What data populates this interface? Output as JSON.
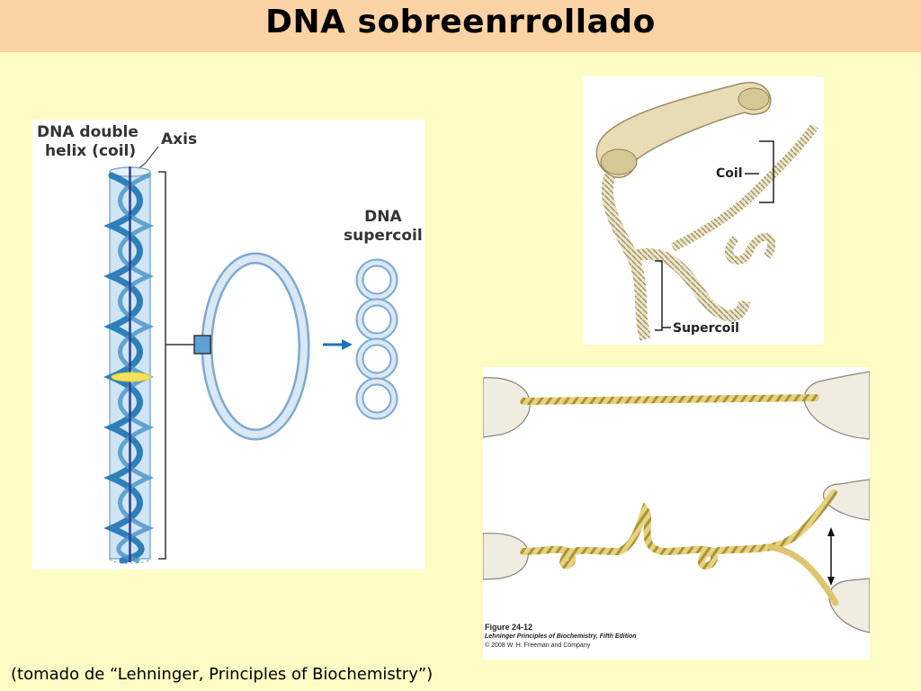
{
  "title": "DNA sobreenrrollado",
  "caption": "(tomado de “Lehninger, Principles of Biochemistry”)",
  "helix_panel": {
    "label_helix_line1": "DNA double",
    "label_helix_line2": "helix (coil)",
    "label_axis": "Axis",
    "label_supercoil_line1": "DNA",
    "label_supercoil_line2": "supercoil"
  },
  "phone_panel": {
    "label_coil": "Coil",
    "label_supercoil": "Supercoil"
  },
  "rope_panel": {
    "figure_number": "Figure 24-12",
    "figure_book": "Lehninger Principles of Biochemistry, Fifth Edition",
    "figure_copyright": "© 2008 W. H. Freeman and Company"
  },
  "colors": {
    "background": "#fffbc4",
    "title_bar": "#fcd3a4",
    "helix_blue": "#2e7fb8",
    "ring_blue": "#b9d3ea",
    "arrow_blue": "#1e74b8",
    "highlight_yellow": "#f3e35a"
  }
}
